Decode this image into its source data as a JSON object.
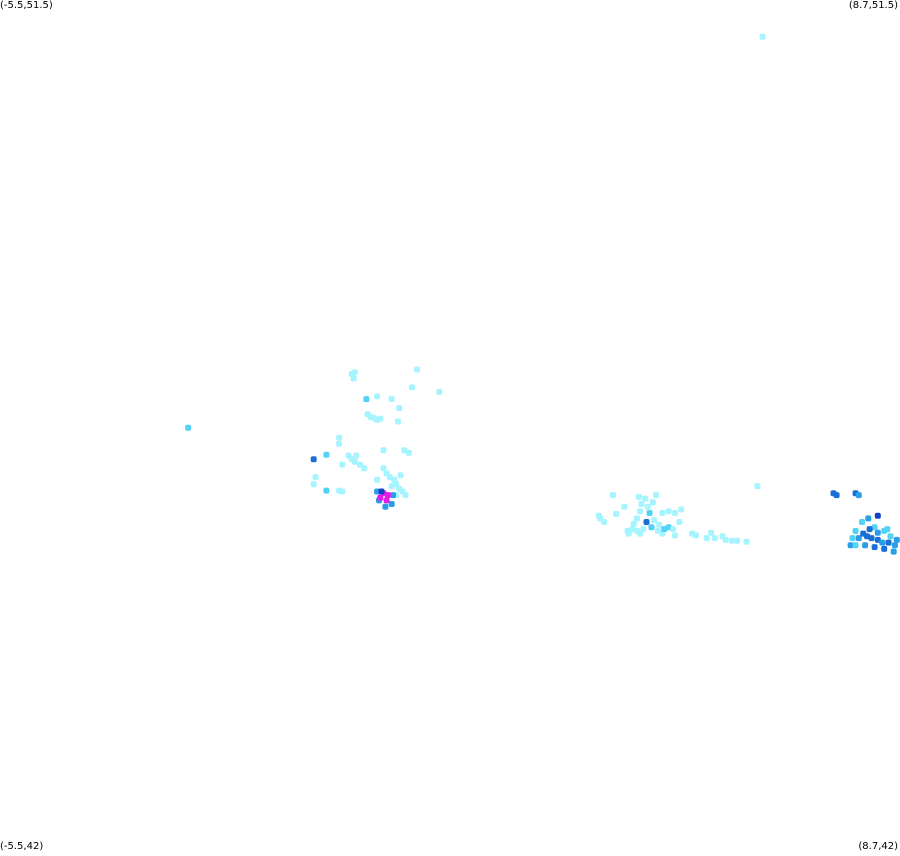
{
  "corners": {
    "top_left": "(-5.5,51.5)",
    "top_right": "(8.7,51.5)",
    "bottom_left": "(-5.5,42)",
    "bottom_right": "(8.7,42)"
  },
  "extent": {
    "lon_min": -5.5,
    "lon_max": 8.7,
    "lat_min": 42,
    "lat_max": 51.5
  },
  "palette": {
    "light": "#a6f4ff",
    "medium": "#52d2f7",
    "strong": "#2a9ee8",
    "deep": "#1a6fd6",
    "dark": "#1440c8",
    "hot": "#e01ee8"
  },
  "points": [
    {
      "lon": 6.53,
      "lat": 51.09,
      "c": "light"
    },
    {
      "lon": -2.53,
      "lat": 46.73,
      "c": "medium"
    },
    {
      "lon": 0.05,
      "lat": 47.33,
      "c": "light"
    },
    {
      "lon": 0.1,
      "lat": 47.35,
      "c": "light"
    },
    {
      "lon": 0.08,
      "lat": 47.28,
      "c": "light"
    },
    {
      "lon": 1.08,
      "lat": 47.38,
      "c": "light"
    },
    {
      "lon": 1.0,
      "lat": 47.18,
      "c": "light"
    },
    {
      "lon": 1.43,
      "lat": 47.13,
      "c": "light"
    },
    {
      "lon": 0.45,
      "lat": 47.08,
      "c": "light"
    },
    {
      "lon": 0.28,
      "lat": 47.05,
      "c": "medium"
    },
    {
      "lon": 0.68,
      "lat": 47.05,
      "c": "light"
    },
    {
      "lon": 0.8,
      "lat": 46.95,
      "c": "light"
    },
    {
      "lon": 0.3,
      "lat": 46.88,
      "c": "light"
    },
    {
      "lon": 0.35,
      "lat": 46.85,
      "c": "light"
    },
    {
      "lon": 0.4,
      "lat": 46.84,
      "c": "light"
    },
    {
      "lon": 0.45,
      "lat": 46.82,
      "c": "light"
    },
    {
      "lon": 0.5,
      "lat": 46.83,
      "c": "light"
    },
    {
      "lon": 0.78,
      "lat": 46.8,
      "c": "light"
    },
    {
      "lon": -0.15,
      "lat": 46.62,
      "c": "light"
    },
    {
      "lon": -0.15,
      "lat": 46.55,
      "c": "light"
    },
    {
      "lon": 0.55,
      "lat": 46.48,
      "c": "light"
    },
    {
      "lon": 0.88,
      "lat": 46.48,
      "c": "light"
    },
    {
      "lon": 0.95,
      "lat": 46.45,
      "c": "light"
    },
    {
      "lon": -0.35,
      "lat": 46.43,
      "c": "medium"
    },
    {
      "lon": -0.55,
      "lat": 46.38,
      "c": "deep"
    },
    {
      "lon": 0.0,
      "lat": 46.42,
      "c": "light"
    },
    {
      "lon": 0.05,
      "lat": 46.38,
      "c": "light"
    },
    {
      "lon": 0.12,
      "lat": 46.42,
      "c": "light"
    },
    {
      "lon": 0.1,
      "lat": 46.35,
      "c": "light"
    },
    {
      "lon": 0.18,
      "lat": 46.32,
      "c": "light"
    },
    {
      "lon": -0.1,
      "lat": 46.32,
      "c": "light"
    },
    {
      "lon": 0.25,
      "lat": 46.28,
      "c": "light"
    },
    {
      "lon": 0.55,
      "lat": 46.28,
      "c": "light"
    },
    {
      "lon": -0.52,
      "lat": 46.18,
      "c": "light"
    },
    {
      "lon": -0.55,
      "lat": 46.1,
      "c": "light"
    },
    {
      "lon": -0.35,
      "lat": 46.03,
      "c": "medium"
    },
    {
      "lon": -0.1,
      "lat": 46.02,
      "c": "light"
    },
    {
      "lon": -0.15,
      "lat": 46.03,
      "c": "light"
    },
    {
      "lon": 0.6,
      "lat": 46.22,
      "c": "light"
    },
    {
      "lon": 0.65,
      "lat": 46.18,
      "c": "light"
    },
    {
      "lon": 0.72,
      "lat": 46.15,
      "c": "light"
    },
    {
      "lon": 0.75,
      "lat": 46.1,
      "c": "light"
    },
    {
      "lon": 0.8,
      "lat": 46.05,
      "c": "light"
    },
    {
      "lon": 0.82,
      "lat": 46.2,
      "c": "light"
    },
    {
      "lon": 0.85,
      "lat": 46.02,
      "c": "light"
    },
    {
      "lon": 0.68,
      "lat": 46.08,
      "c": "light"
    },
    {
      "lon": 0.9,
      "lat": 45.98,
      "c": "light"
    },
    {
      "lon": 0.75,
      "lat": 45.98,
      "c": "light"
    },
    {
      "lon": 0.45,
      "lat": 46.15,
      "c": "light"
    },
    {
      "lon": 0.45,
      "lat": 46.02,
      "c": "strong"
    },
    {
      "lon": 0.48,
      "lat": 45.92,
      "c": "strong"
    },
    {
      "lon": 0.58,
      "lat": 45.85,
      "c": "strong"
    },
    {
      "lon": 0.68,
      "lat": 45.88,
      "c": "strong"
    },
    {
      "lon": 0.7,
      "lat": 45.98,
      "c": "strong"
    },
    {
      "lon": 0.62,
      "lat": 45.98,
      "c": "hot"
    },
    {
      "lon": 0.55,
      "lat": 46.0,
      "c": "hot"
    },
    {
      "lon": 0.5,
      "lat": 45.95,
      "c": "hot"
    },
    {
      "lon": 0.6,
      "lat": 45.92,
      "c": "hot"
    },
    {
      "lon": 0.52,
      "lat": 46.02,
      "c": "dark"
    },
    {
      "lon": 4.17,
      "lat": 45.98,
      "c": "light"
    },
    {
      "lon": 4.35,
      "lat": 45.85,
      "c": "light"
    },
    {
      "lon": 3.95,
      "lat": 45.75,
      "c": "light"
    },
    {
      "lon": 3.97,
      "lat": 45.72,
      "c": "light"
    },
    {
      "lon": 4.03,
      "lat": 45.68,
      "c": "light"
    },
    {
      "lon": 4.22,
      "lat": 45.77,
      "c": "light"
    },
    {
      "lon": 4.4,
      "lat": 45.58,
      "c": "light"
    },
    {
      "lon": 4.42,
      "lat": 45.55,
      "c": "light"
    },
    {
      "lon": 4.48,
      "lat": 45.6,
      "c": "light"
    },
    {
      "lon": 4.55,
      "lat": 45.58,
      "c": "light"
    },
    {
      "lon": 4.6,
      "lat": 45.55,
      "c": "light"
    },
    {
      "lon": 4.65,
      "lat": 45.6,
      "c": "light"
    },
    {
      "lon": 4.5,
      "lat": 45.66,
      "c": "light"
    },
    {
      "lon": 4.55,
      "lat": 45.72,
      "c": "light"
    },
    {
      "lon": 4.6,
      "lat": 45.8,
      "c": "light"
    },
    {
      "lon": 4.62,
      "lat": 45.88,
      "c": "light"
    },
    {
      "lon": 4.68,
      "lat": 45.94,
      "c": "light"
    },
    {
      "lon": 4.58,
      "lat": 45.96,
      "c": "light"
    },
    {
      "lon": 4.72,
      "lat": 45.85,
      "c": "light"
    },
    {
      "lon": 4.75,
      "lat": 45.78,
      "c": "medium"
    },
    {
      "lon": 4.8,
      "lat": 45.9,
      "c": "light"
    },
    {
      "lon": 4.85,
      "lat": 45.98,
      "c": "light"
    },
    {
      "lon": 4.82,
      "lat": 45.7,
      "c": "light"
    },
    {
      "lon": 4.9,
      "lat": 45.65,
      "c": "light"
    },
    {
      "lon": 4.7,
      "lat": 45.68,
      "c": "deep"
    },
    {
      "lon": 4.78,
      "lat": 45.62,
      "c": "medium"
    },
    {
      "lon": 4.88,
      "lat": 45.58,
      "c": "light"
    },
    {
      "lon": 4.95,
      "lat": 45.55,
      "c": "light"
    },
    {
      "lon": 4.98,
      "lat": 45.6,
      "c": "medium"
    },
    {
      "lon": 5.05,
      "lat": 45.62,
      "c": "medium"
    },
    {
      "lon": 5.12,
      "lat": 45.6,
      "c": "light"
    },
    {
      "lon": 5.15,
      "lat": 45.53,
      "c": "light"
    },
    {
      "lon": 4.95,
      "lat": 45.78,
      "c": "light"
    },
    {
      "lon": 5.05,
      "lat": 45.8,
      "c": "light"
    },
    {
      "lon": 5.15,
      "lat": 45.78,
      "c": "light"
    },
    {
      "lon": 5.25,
      "lat": 45.82,
      "c": "light"
    },
    {
      "lon": 5.22,
      "lat": 45.68,
      "c": "light"
    },
    {
      "lon": 5.42,
      "lat": 45.55,
      "c": "light"
    },
    {
      "lon": 5.48,
      "lat": 45.53,
      "c": "light"
    },
    {
      "lon": 5.72,
      "lat": 45.56,
      "c": "light"
    },
    {
      "lon": 5.65,
      "lat": 45.5,
      "c": "light"
    },
    {
      "lon": 5.78,
      "lat": 45.5,
      "c": "light"
    },
    {
      "lon": 5.9,
      "lat": 45.52,
      "c": "light"
    },
    {
      "lon": 5.95,
      "lat": 45.48,
      "c": "light"
    },
    {
      "lon": 6.05,
      "lat": 45.47,
      "c": "light"
    },
    {
      "lon": 6.13,
      "lat": 45.47,
      "c": "light"
    },
    {
      "lon": 6.28,
      "lat": 45.46,
      "c": "light"
    },
    {
      "lon": 6.45,
      "lat": 46.08,
      "c": "light"
    },
    {
      "lon": 7.65,
      "lat": 46.0,
      "c": "deep"
    },
    {
      "lon": 7.7,
      "lat": 45.98,
      "c": "deep"
    },
    {
      "lon": 8.0,
      "lat": 46.0,
      "c": "deep"
    },
    {
      "lon": 8.05,
      "lat": 45.98,
      "c": "strong"
    },
    {
      "lon": 8.35,
      "lat": 45.75,
      "c": "dark"
    },
    {
      "lon": 8.2,
      "lat": 45.72,
      "c": "strong"
    },
    {
      "lon": 8.1,
      "lat": 45.68,
      "c": "medium"
    },
    {
      "lon": 8.3,
      "lat": 45.62,
      "c": "medium"
    },
    {
      "lon": 8.45,
      "lat": 45.58,
      "c": "medium"
    },
    {
      "lon": 8.0,
      "lat": 45.58,
      "c": "medium"
    },
    {
      "lon": 7.95,
      "lat": 45.5,
      "c": "medium"
    },
    {
      "lon": 8.05,
      "lat": 45.5,
      "c": "strong"
    },
    {
      "lon": 8.12,
      "lat": 45.55,
      "c": "deep"
    },
    {
      "lon": 8.18,
      "lat": 45.52,
      "c": "deep"
    },
    {
      "lon": 8.25,
      "lat": 45.5,
      "c": "deep"
    },
    {
      "lon": 8.35,
      "lat": 45.48,
      "c": "deep"
    },
    {
      "lon": 8.42,
      "lat": 45.45,
      "c": "strong"
    },
    {
      "lon": 8.52,
      "lat": 45.45,
      "c": "deep"
    },
    {
      "lon": 8.62,
      "lat": 45.42,
      "c": "strong"
    },
    {
      "lon": 8.65,
      "lat": 45.48,
      "c": "strong"
    },
    {
      "lon": 8.55,
      "lat": 45.52,
      "c": "medium"
    },
    {
      "lon": 7.92,
      "lat": 45.42,
      "c": "strong"
    },
    {
      "lon": 8.0,
      "lat": 45.42,
      "c": "medium"
    },
    {
      "lon": 8.15,
      "lat": 45.42,
      "c": "strong"
    },
    {
      "lon": 8.3,
      "lat": 45.4,
      "c": "deep"
    },
    {
      "lon": 8.45,
      "lat": 45.38,
      "c": "deep"
    },
    {
      "lon": 8.6,
      "lat": 45.35,
      "c": "strong"
    },
    {
      "lon": 8.22,
      "lat": 45.6,
      "c": "deep"
    },
    {
      "lon": 8.35,
      "lat": 45.56,
      "c": "strong"
    },
    {
      "lon": 8.5,
      "lat": 45.6,
      "c": "medium"
    }
  ]
}
